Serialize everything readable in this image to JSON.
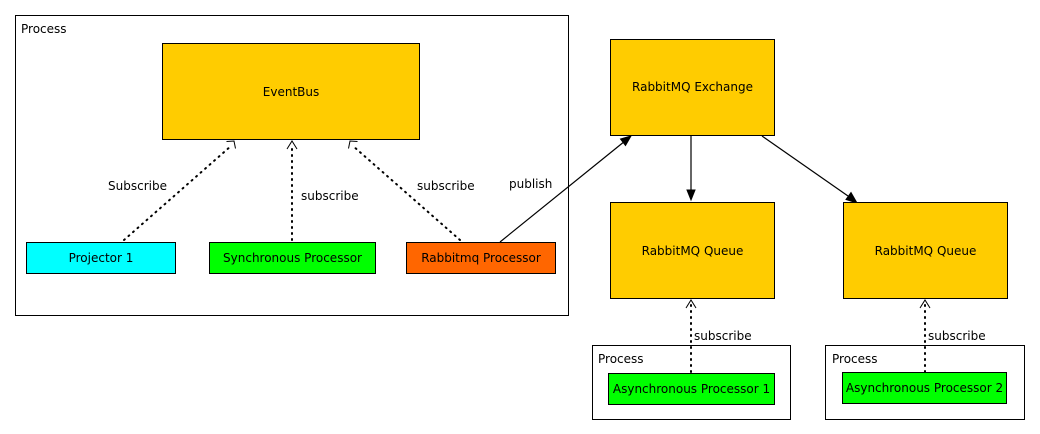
{
  "containers": {
    "main_process": {
      "label": "Process"
    },
    "async_process_1": {
      "label": "Process"
    },
    "async_process_2": {
      "label": "Process"
    }
  },
  "nodes": {
    "eventbus": {
      "label": "EventBus",
      "color": "#ffcc00"
    },
    "projector_1": {
      "label": "Projector 1",
      "color": "#00ffff"
    },
    "synchronous_processor": {
      "label": "Synchronous Processor",
      "color": "#00ff00"
    },
    "rabbitmq_processor": {
      "label": "Rabbitmq Processor",
      "color": "#ff6600"
    },
    "rabbitmq_exchange": {
      "label": "RabbitMQ Exchange",
      "color": "#ffcc00"
    },
    "rabbitmq_queue_1": {
      "label": "RabbitMQ Queue",
      "color": "#ffcc00"
    },
    "rabbitmq_queue_2": {
      "label": "RabbitMQ Queue",
      "color": "#ffcc00"
    },
    "async_processor_1": {
      "label": "Asynchronous Processor 1",
      "color": "#00ff00"
    },
    "async_processor_2": {
      "label": "Asynchronous Processor 2",
      "color": "#00ff00"
    }
  },
  "edges": {
    "projector_subscribe": {
      "label": "Subscribe",
      "style": "dotted"
    },
    "sync_subscribe": {
      "label": "subscribe",
      "style": "dotted"
    },
    "rabbitmq_subscribe": {
      "label": "subscribe",
      "style": "dotted"
    },
    "publish": {
      "label": "publish",
      "style": "solid"
    },
    "exchange_to_queue_1": {
      "label": "",
      "style": "solid"
    },
    "exchange_to_queue_2": {
      "label": "",
      "style": "solid"
    },
    "async_1_subscribe": {
      "label": "subscribe",
      "style": "dotted"
    },
    "async_2_subscribe": {
      "label": "subscribe",
      "style": "dotted"
    }
  }
}
